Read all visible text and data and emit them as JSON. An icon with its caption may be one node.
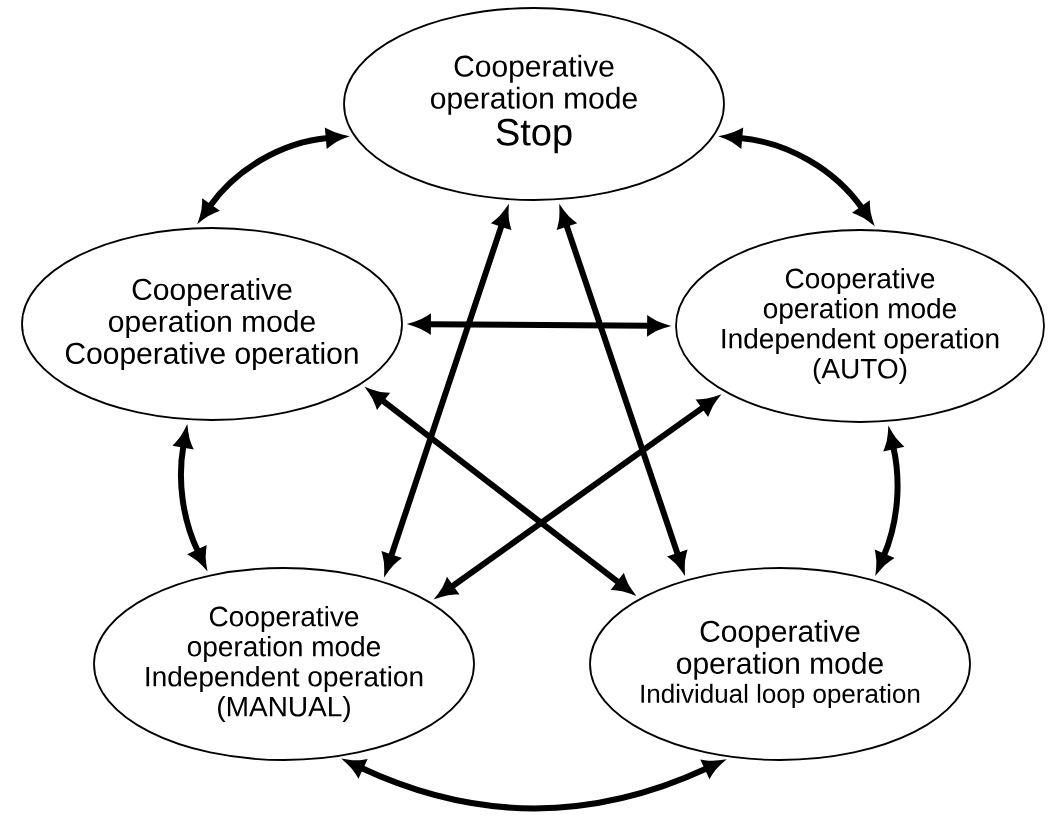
{
  "diagram": {
    "nodes": [
      {
        "text": [
          "Cooperative operation mode",
          "Stop"
        ]
      },
      {
        "text": [
          "Cooperative operation mode",
          "Cooperative operation"
        ]
      },
      {
        "text": [
          "Cooperative operation mode",
          "Independent operation (AUTO)"
        ]
      },
      {
        "text": [
          "Cooperative operation mode",
          "Independent operation (MANUAL)"
        ]
      },
      {
        "text": [
          "Cooperative operation mode",
          "Individual loop operation"
        ]
      }
    ],
    "edges": [
      {
        "from": 0,
        "to": 1,
        "arrow": "both"
      },
      {
        "from": 0,
        "to": 2,
        "arrow": "both"
      },
      {
        "from": 1,
        "to": 2,
        "arrow": "both"
      },
      {
        "from": 0,
        "to": 3,
        "arrow": "both"
      },
      {
        "from": 0,
        "to": 4,
        "arrow": "both"
      },
      {
        "from": 1,
        "to": 4,
        "arrow": "both"
      },
      {
        "from": 2,
        "to": 3,
        "arrow": "both"
      },
      {
        "from": 1,
        "to": 3,
        "arrow": "both"
      },
      {
        "from": 2,
        "to": 4,
        "arrow": "both"
      },
      {
        "from": 3,
        "to": 4,
        "arrow": "both"
      }
    ]
  }
}
